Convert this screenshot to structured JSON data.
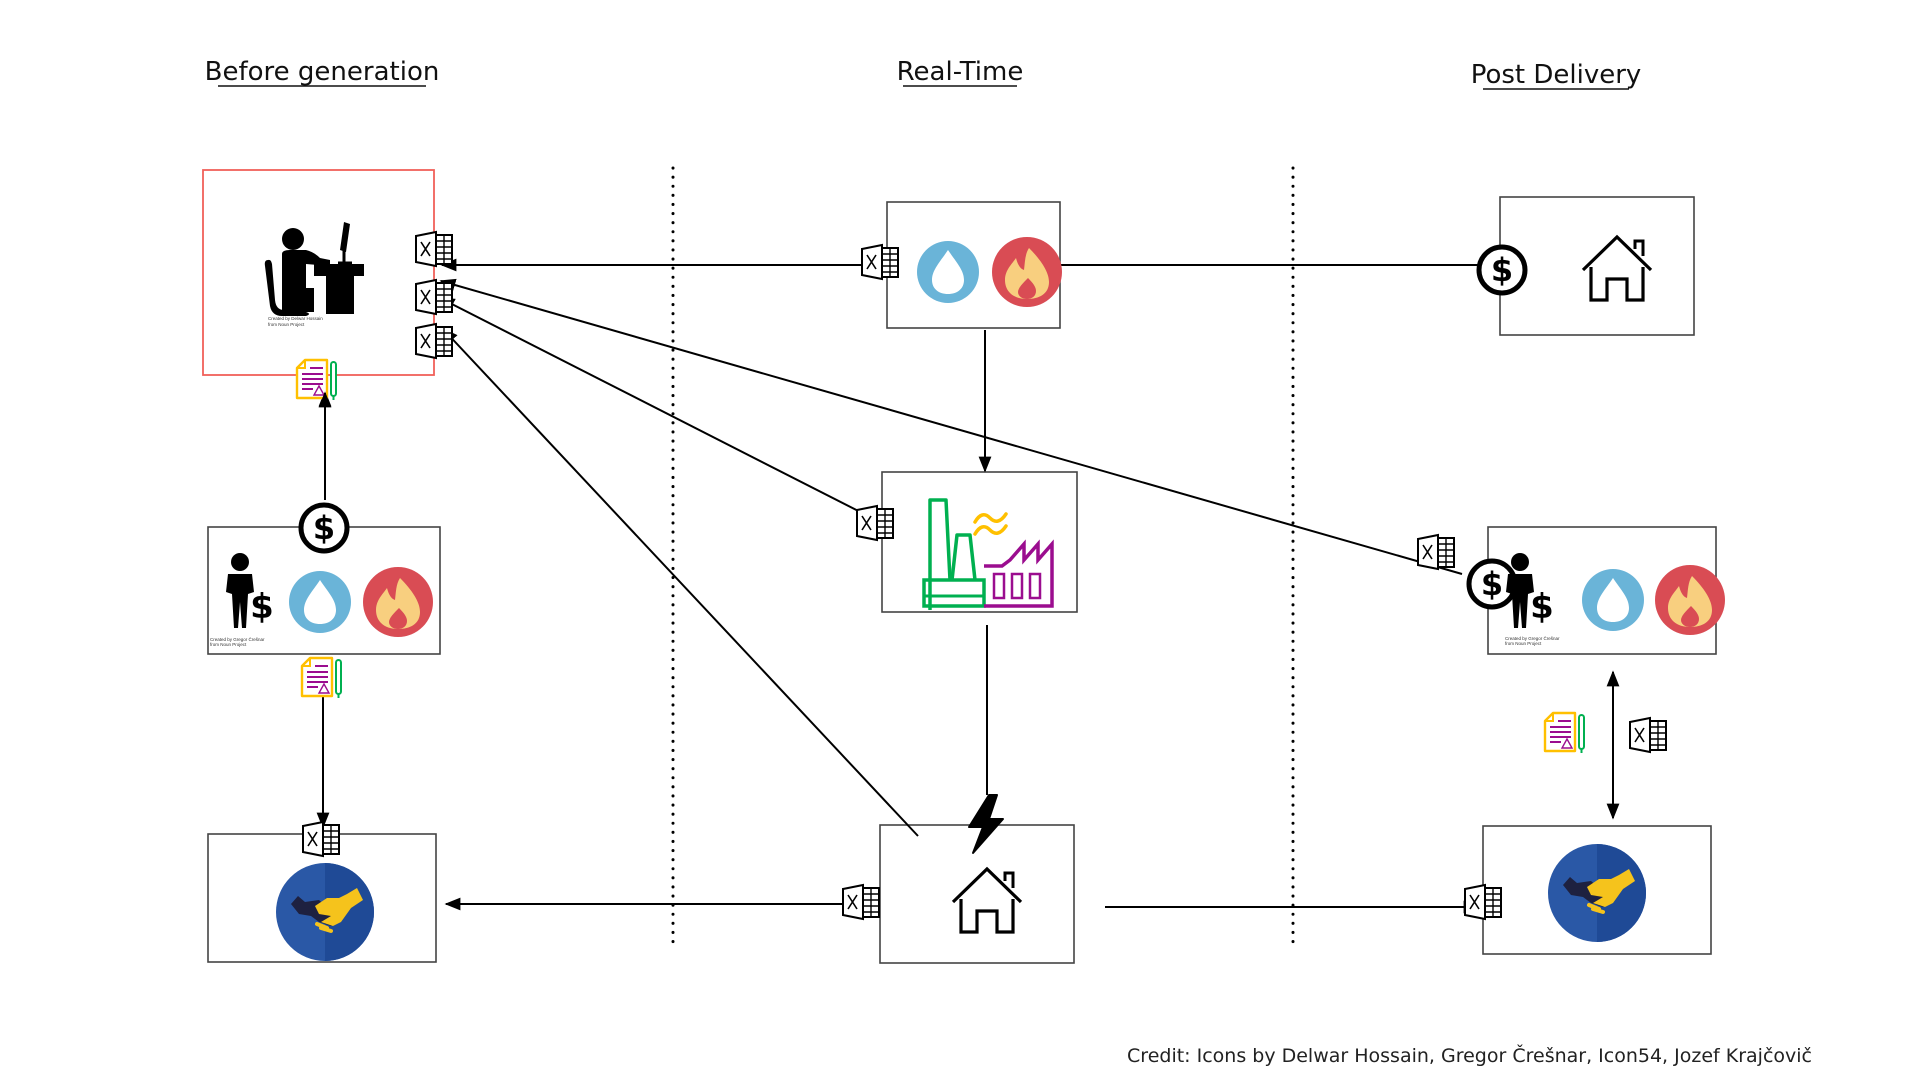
{
  "headers": {
    "before": "Before generation",
    "realtime": "Real-Time",
    "post": "Post Delivery"
  },
  "credit": "Credit: Icons by Delwar Hossain, Gregor Črešnar, Icon54, Jozef Krajčovič",
  "captions": {
    "worker_line1": "Created by Delwar Hossain",
    "worker_line2": "from Noun Project",
    "investor_line1": "Created by Gregor Črešnar",
    "investor_line2": "from Noun Project"
  },
  "nodes": [
    {
      "id": "planner",
      "icon": "worker-at-desk-icon",
      "column": "Before generation"
    },
    {
      "id": "supplier-before",
      "icons": [
        "businessman-dollar-icon",
        "water-drop-icon",
        "fire-icon"
      ],
      "column": "Before generation"
    },
    {
      "id": "contract-before",
      "icon": "handshake-icon",
      "column": "Before generation"
    },
    {
      "id": "fuel-supply",
      "icons": [
        "water-drop-icon",
        "fire-icon"
      ],
      "column": "Real-Time"
    },
    {
      "id": "power-plant",
      "icon": "factory-icon",
      "column": "Real-Time"
    },
    {
      "id": "consumer-realtime",
      "icon": "house-icon",
      "column": "Real-Time"
    },
    {
      "id": "consumer-post",
      "icon": "house-icon",
      "column": "Post Delivery"
    },
    {
      "id": "supplier-post",
      "icons": [
        "businessman-dollar-icon",
        "water-drop-icon",
        "fire-icon"
      ],
      "column": "Post Delivery"
    },
    {
      "id": "contract-post",
      "icon": "handshake-icon",
      "column": "Post Delivery"
    }
  ],
  "colors": {
    "water": "#6ab4d8",
    "fire_bg": "#d94c54",
    "flame": "#f8cf7f",
    "factory_green": "#00b050",
    "factory_purple": "#9b0d8f",
    "smoke_yellow": "#ffc000",
    "handshake_blue": "#2a58a6",
    "handshake_yellow": "#f5c31c",
    "handshake_dark": "#1e2140",
    "highlight_border": "#f0605a"
  }
}
